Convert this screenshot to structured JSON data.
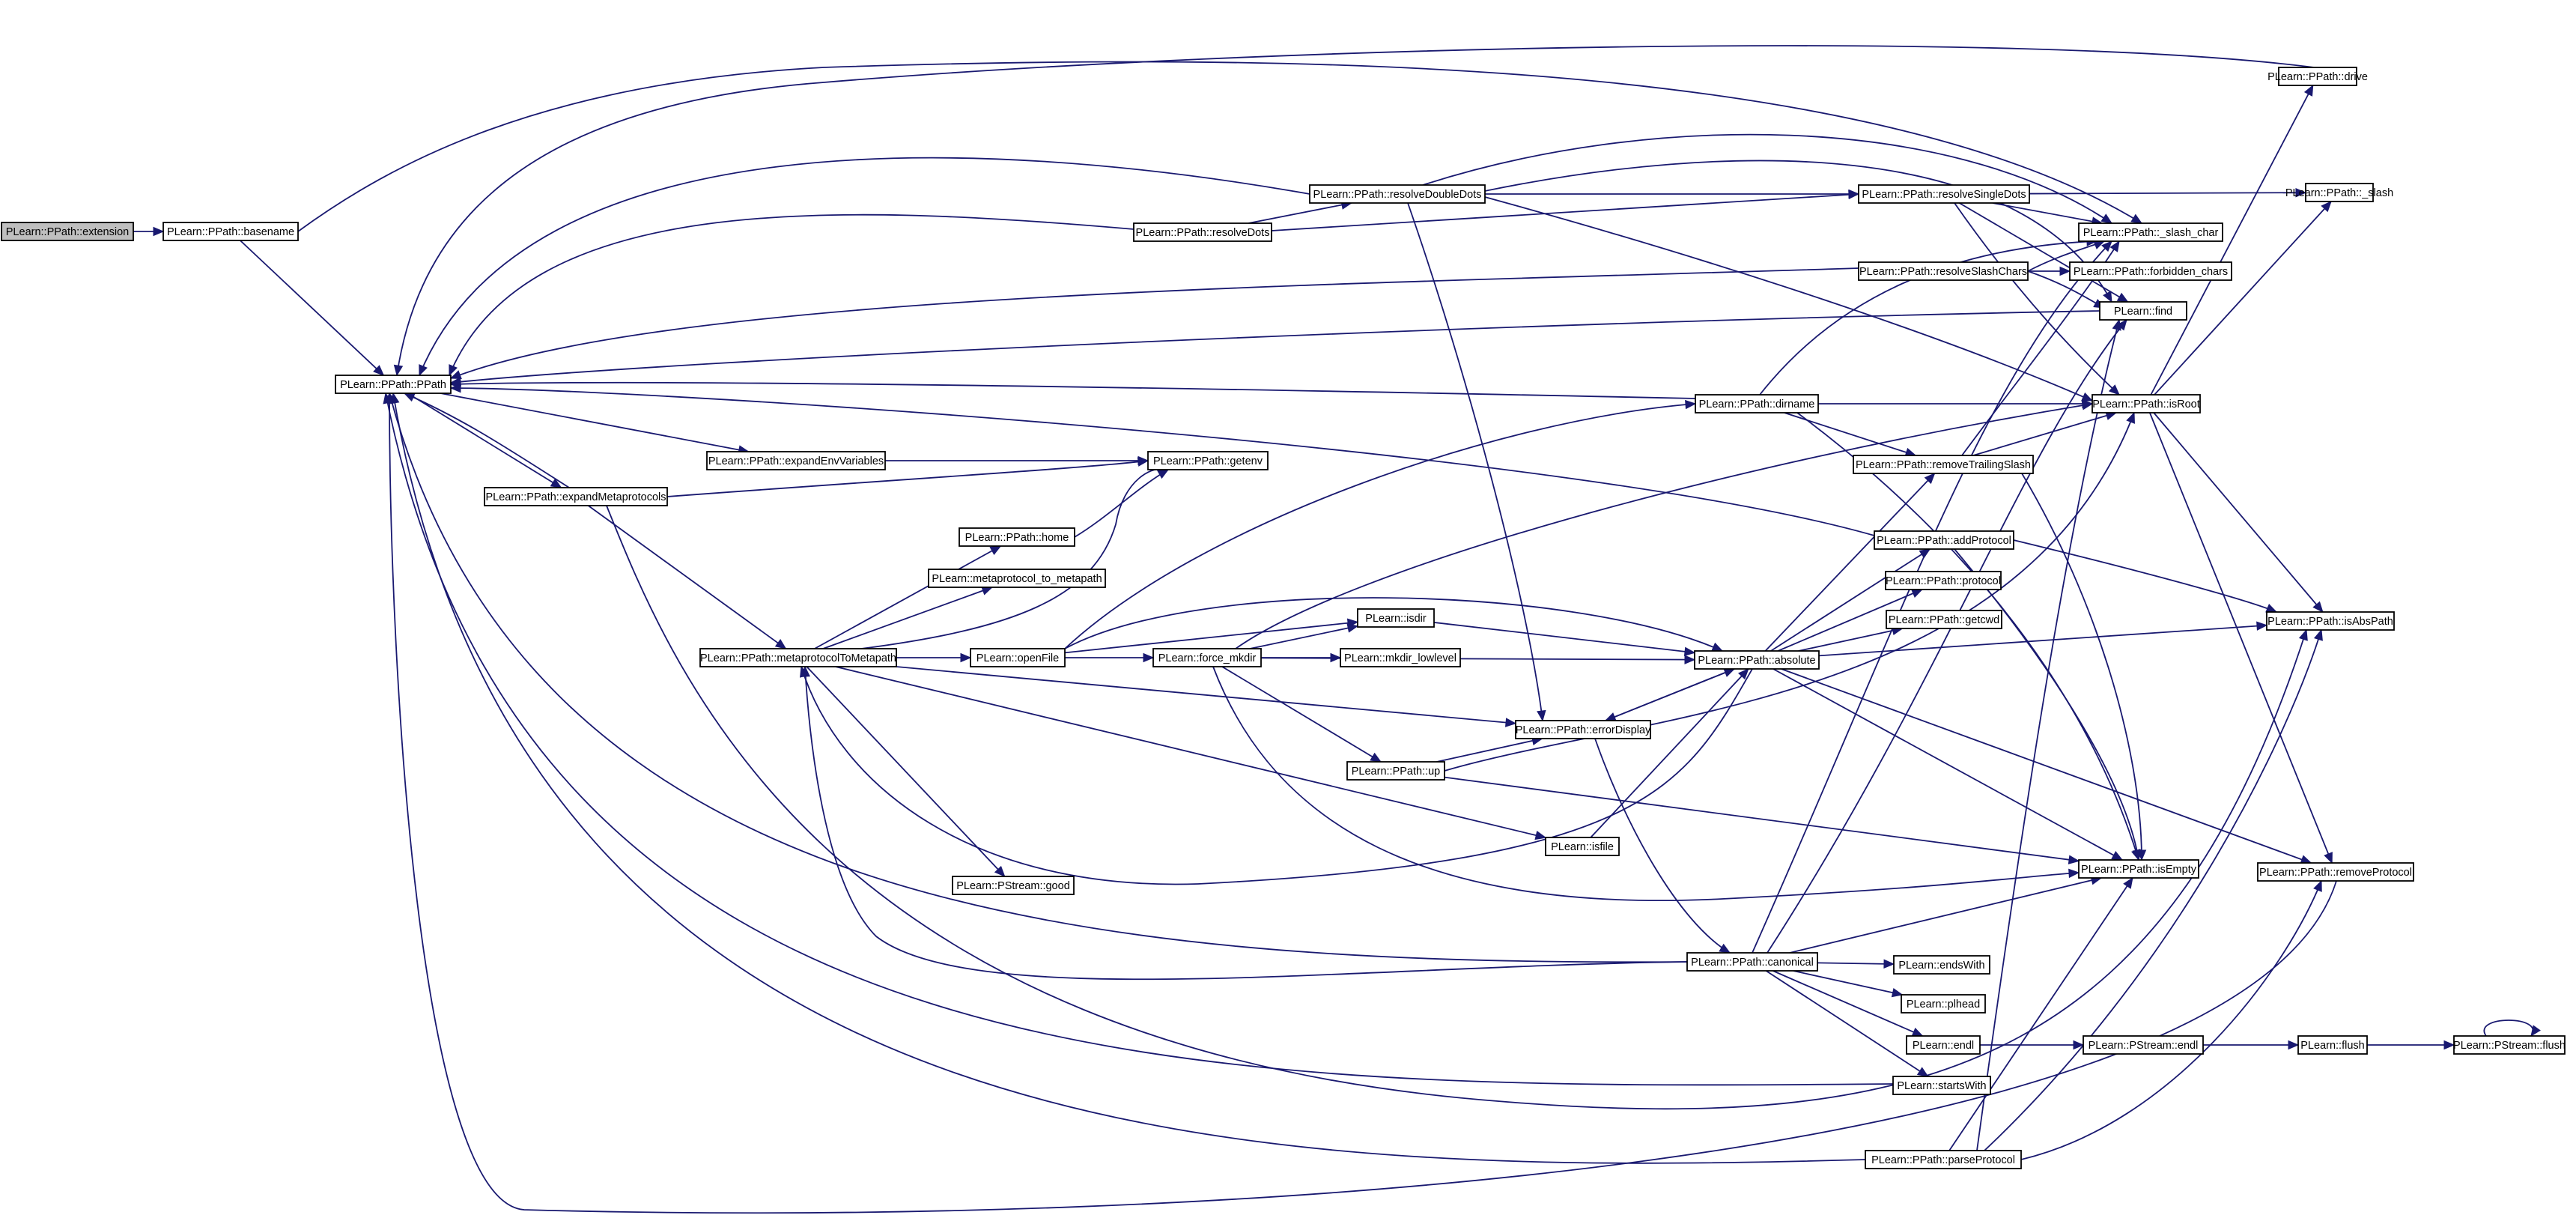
{
  "graph": {
    "edge_color": "#191970",
    "root_fill": "#bfbfbf",
    "node_fill": "#ffffff",
    "nodes": [
      {
        "id": "extension",
        "label": "PLearn::PPath::extension",
        "root": true
      },
      {
        "id": "basename",
        "label": "PLearn::PPath::basename"
      },
      {
        "id": "ppath",
        "label": "PLearn::PPath::PPath"
      },
      {
        "id": "drive",
        "label": "PLearn::PPath::drive"
      },
      {
        "id": "slash",
        "label": "PLearn::PPath::_slash"
      },
      {
        "id": "resolveDoubleDots",
        "label": "PLearn::PPath::resolveDoubleDots"
      },
      {
        "id": "resolveSingleDots",
        "label": "PLearn::PPath::resolveSingleDots"
      },
      {
        "id": "slash_char",
        "label": "PLearn::PPath::_slash_char"
      },
      {
        "id": "resolveDots",
        "label": "PLearn::PPath::resolveDots"
      },
      {
        "id": "resolveSlashChars",
        "label": "PLearn::PPath::resolveSlashChars"
      },
      {
        "id": "forbidden_chars",
        "label": "PLearn::PPath::forbidden_chars"
      },
      {
        "id": "find",
        "label": "PLearn::find"
      },
      {
        "id": "dirname",
        "label": "PLearn::PPath::dirname"
      },
      {
        "id": "isRoot",
        "label": "PLearn::PPath::isRoot"
      },
      {
        "id": "expandEnvVariables",
        "label": "PLearn::PPath::expandEnvVariables"
      },
      {
        "id": "getenv",
        "label": "PLearn::PPath::getenv"
      },
      {
        "id": "removeTrailingSlash",
        "label": "PLearn::PPath::removeTrailingSlash"
      },
      {
        "id": "expandMetaprotocols",
        "label": "PLearn::PPath::expandMetaprotocols"
      },
      {
        "id": "home",
        "label": "PLearn::PPath::home"
      },
      {
        "id": "addProtocol",
        "label": "PLearn::PPath::addProtocol"
      },
      {
        "id": "metaprotocol_to_metapath",
        "label": "PLearn::metaprotocol_to_metapath"
      },
      {
        "id": "protocol",
        "label": "PLearn::PPath::protocol"
      },
      {
        "id": "isdir",
        "label": "PLearn::isdir"
      },
      {
        "id": "getcwd",
        "label": "PLearn::PPath::getcwd"
      },
      {
        "id": "isAbsPath",
        "label": "PLearn::PPath::isAbsPath"
      },
      {
        "id": "metaprotocolToMetapath",
        "label": "PLearn::PPath::metaprotocolToMetapath"
      },
      {
        "id": "openFile",
        "label": "PLearn::openFile"
      },
      {
        "id": "force_mkdir",
        "label": "PLearn::force_mkdir"
      },
      {
        "id": "mkdir_lowlevel",
        "label": "PLearn::mkdir_lowlevel"
      },
      {
        "id": "absolute",
        "label": "PLearn::PPath::absolute"
      },
      {
        "id": "errorDisplay",
        "label": "PLearn::PPath::errorDisplay"
      },
      {
        "id": "up",
        "label": "PLearn::PPath::up"
      },
      {
        "id": "isfile",
        "label": "PLearn::isfile"
      },
      {
        "id": "isEmpty",
        "label": "PLearn::PPath::isEmpty"
      },
      {
        "id": "removeProtocol",
        "label": "PLearn::PPath::removeProtocol"
      },
      {
        "id": "good",
        "label": "PLearn::PStream::good"
      },
      {
        "id": "canonical",
        "label": "PLearn::PPath::canonical"
      },
      {
        "id": "endsWith",
        "label": "PLearn::endsWith"
      },
      {
        "id": "plhead",
        "label": "PLearn::plhead"
      },
      {
        "id": "endl",
        "label": "PLearn::endl"
      },
      {
        "id": "pstream_endl",
        "label": "PLearn::PStream::endl"
      },
      {
        "id": "flush",
        "label": "PLearn::flush"
      },
      {
        "id": "pstream_flush",
        "label": "PLearn::PStream::flush"
      },
      {
        "id": "startsWith",
        "label": "PLearn::startsWith"
      },
      {
        "id": "parseProtocol",
        "label": "PLearn::PPath::parseProtocol"
      }
    ]
  }
}
